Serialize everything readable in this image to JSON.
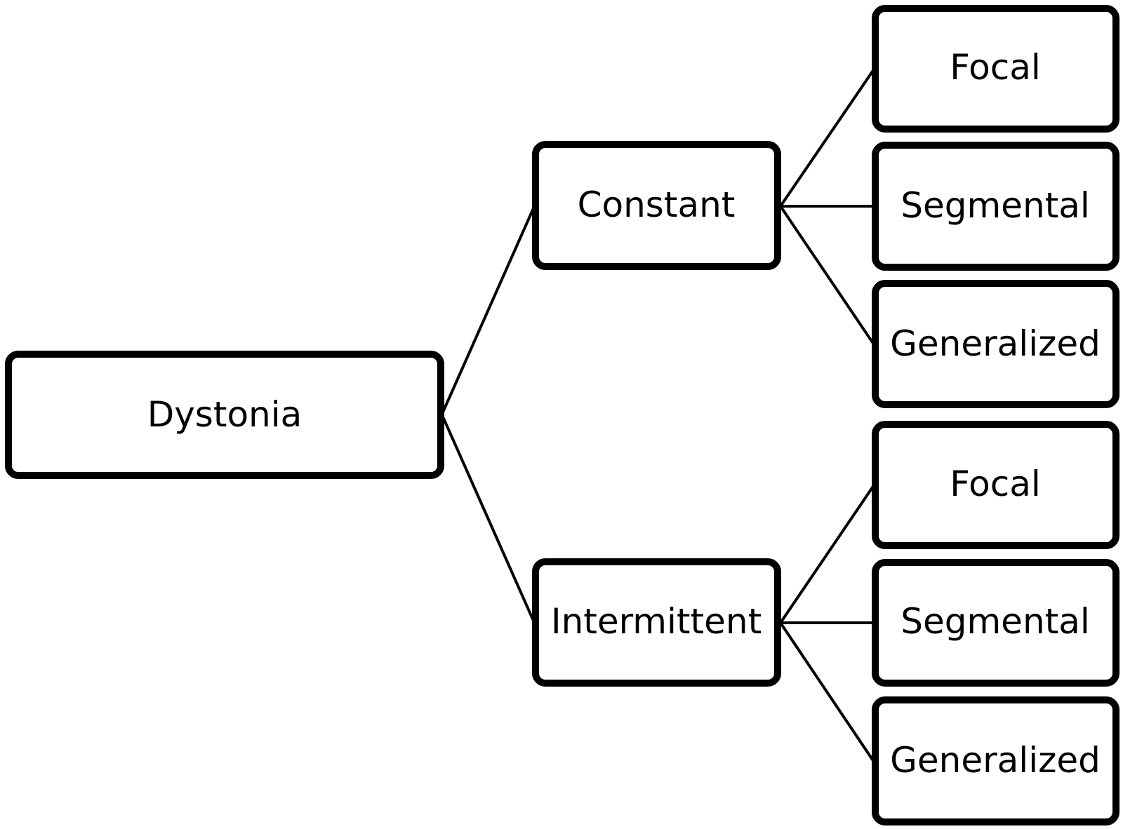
{
  "diagram": {
    "root": {
      "label": "Dystonia"
    },
    "branches": [
      {
        "label": "Constant",
        "children": [
          {
            "label": "Focal"
          },
          {
            "label": "Segmental"
          },
          {
            "label": "Generalized"
          }
        ]
      },
      {
        "label": "Intermittent",
        "children": [
          {
            "label": "Focal"
          },
          {
            "label": "Segmental"
          },
          {
            "label": "Generalized"
          }
        ]
      }
    ],
    "colors": {
      "stroke": "#000000",
      "fill": "#ffffff",
      "text": "#000000"
    }
  }
}
